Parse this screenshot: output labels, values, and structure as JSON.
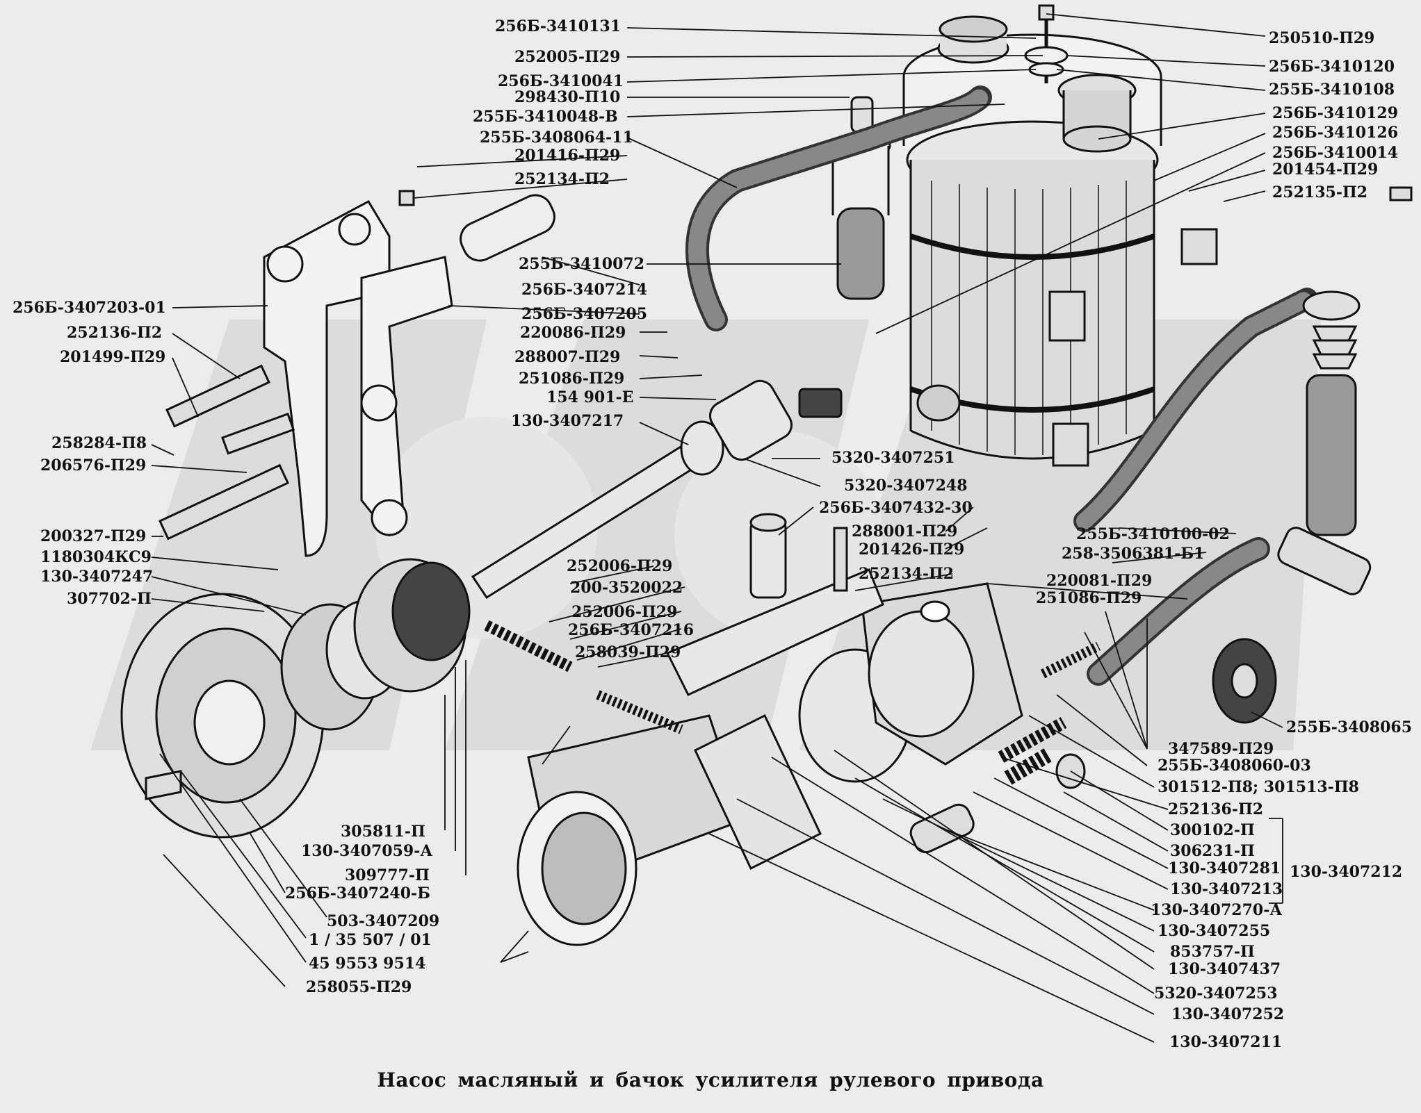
{
  "title": "Насос масляный и бачок усилителя рулевого привода",
  "watermark": "DA",
  "colors": {
    "background": "#ececec",
    "ink": "#111111",
    "watermark": "#dcdcdc"
  },
  "labels": {
    "l01": "256Б-3410131",
    "l02": "252005-П29",
    "l03": "256Б-3410041",
    "l04": "298430-П10",
    "l05": "255Б-3410048-В",
    "l06": "255Б-3408064-11",
    "l07": "201416-П29",
    "l08": "252134-П2",
    "l09": "255Б-3410072",
    "l10": "256Б-3407214",
    "l11": "256Б-3407205",
    "l12": "220086-П29",
    "l13": "288007-П29",
    "l14": "251086-П29",
    "l15": "154 901-Е",
    "l16": "130-3407217",
    "l17": "256Б-3407203-01",
    "l18": "252136-П2",
    "l19": "201499-П29",
    "l20": "258284-П8",
    "l21": "206576-П29",
    "l22": "200327-П29",
    "l23": "1180304КС9",
    "l24": "130-3407247",
    "l25": "307702-П",
    "l26": "305811-П",
    "l27": "130-3407059-А",
    "l28": "309777-П",
    "l29": "256Б-3407240-Б",
    "l30": "503-3407209",
    "l31": "1 / 35 507 / 01",
    "l32": "45 9553 9514",
    "l33": "258055-П29",
    "l34": "250510-П29",
    "l35": "256Б-3410120",
    "l36": "255Б-3410108",
    "l37": "256Б-3410129",
    "l38": "256Б-3410126",
    "l39": "256Б-3410014",
    "l40": "201454-П29",
    "l41": "252135-П2",
    "l42": "5320-3407251",
    "l43": "5320-3407248",
    "l44": "256Б-3407432-30",
    "l45": "288001-П29",
    "l46": "201426-П29",
    "l47": "252134-П2",
    "l48": "252006-П29",
    "l49": "200-3520022",
    "l50": "252006-П29",
    "l51": "256Б-3407216",
    "l52": "258039-П29",
    "l53": "255Б-3410100-02",
    "l54": "258-3506381-Б1",
    "l55": "220081-П29",
    "l56": "251086-П29",
    "l57": "255Б-3408065",
    "l58": "347589-П29",
    "l59": "255Б-3408060-03",
    "l60": "301512-П8; 301513-П8",
    "l61": "252136-П2",
    "l62": "300102-П",
    "l63": "306231-П",
    "l64": "130-3407281",
    "l65": "130-3407212",
    "l66": "130-3407213",
    "l67": "130-3407270-А",
    "l68": "130-3407255",
    "l69": "853757-П",
    "l70": "130-3407437",
    "l71": "5320-3407253",
    "l72": "130-3407252",
    "l73": "130-3407211"
  }
}
